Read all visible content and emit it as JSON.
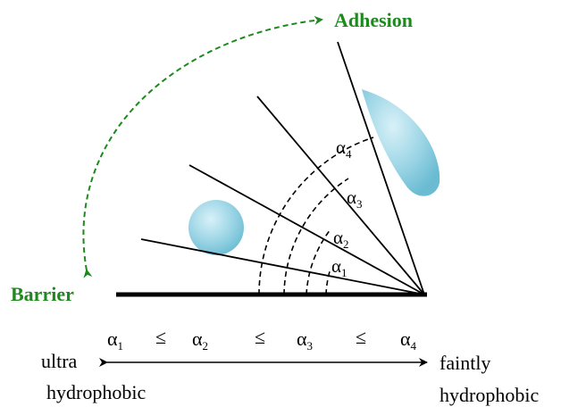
{
  "labels": {
    "adhesion": "Adhesion",
    "barrier": "Barrier"
  },
  "angles": [
    {
      "symbol": "α",
      "sub": "1"
    },
    {
      "symbol": "α",
      "sub": "2"
    },
    {
      "symbol": "α",
      "sub": "3"
    },
    {
      "symbol": "α",
      "sub": "4"
    }
  ],
  "scale": {
    "sign": "≤",
    "left_label_line1": "ultra",
    "left_label_line2": "hydrophobic",
    "right_label_line1": "faintly",
    "right_label_line2": "hydrophobic"
  },
  "colors": {
    "green": "#1e8a1e",
    "line": "#000000",
    "droplet": "#8fd0e0"
  }
}
